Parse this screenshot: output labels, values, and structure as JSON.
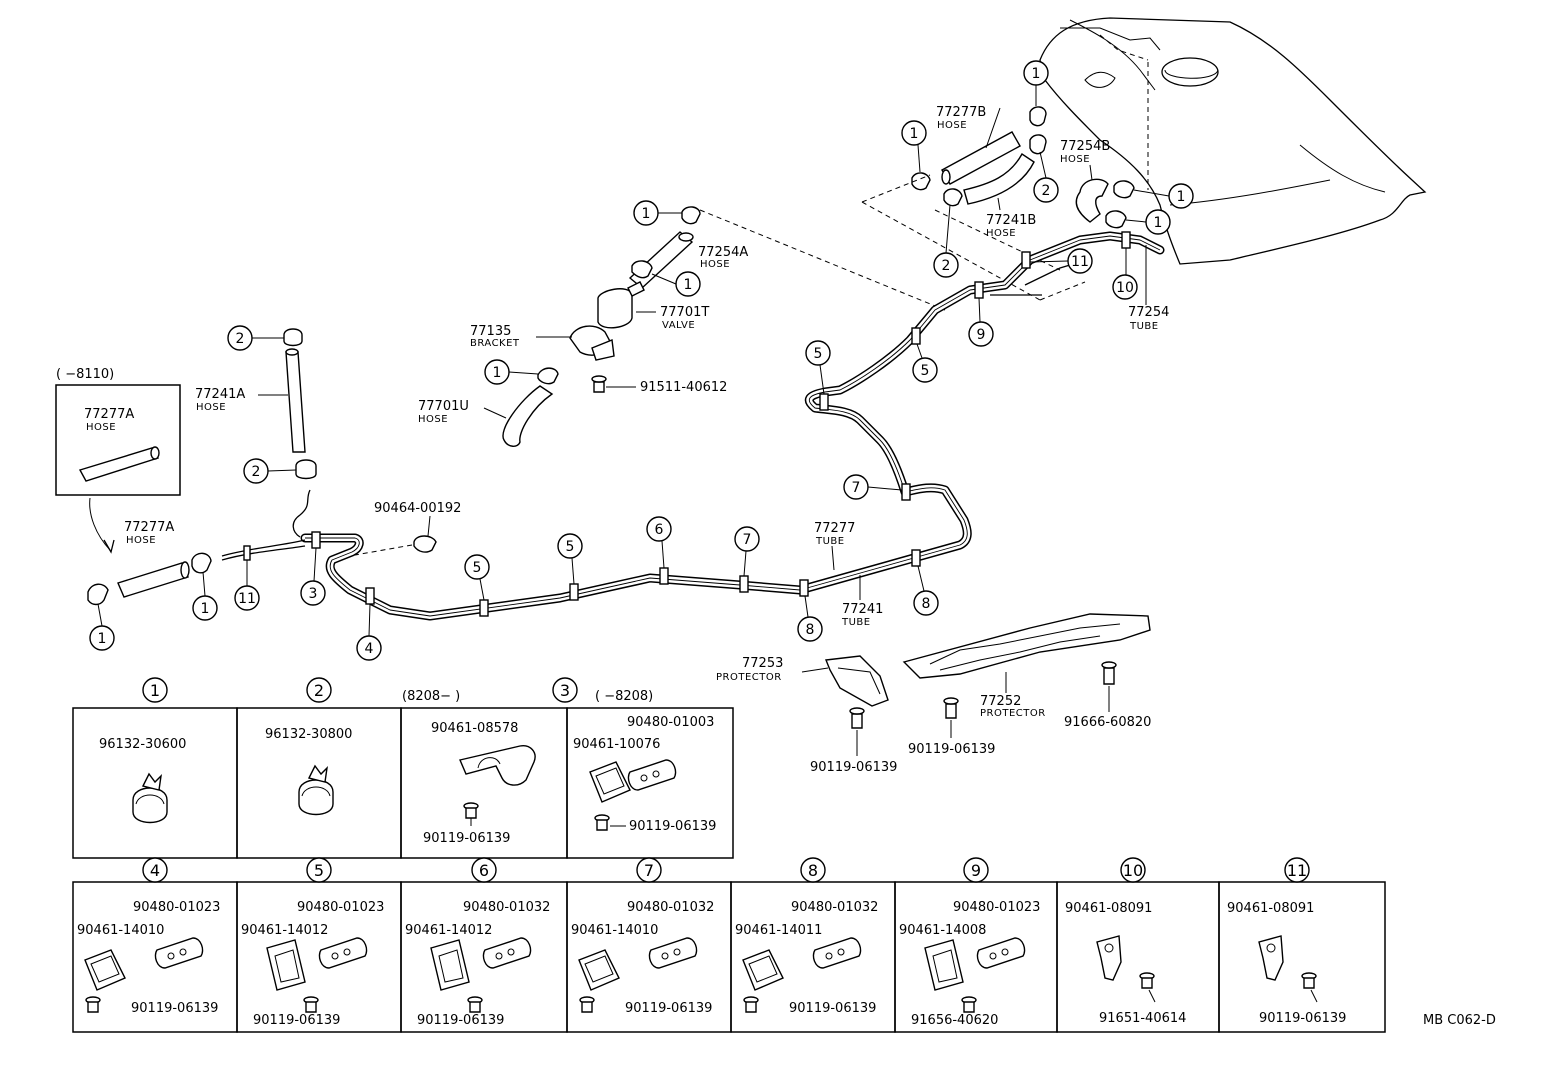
{
  "labels": {
    "inset_range": "(     −8110)",
    "inset_part": "77277A",
    "inset_part_sub": "HOSE",
    "hose_77277A": "77277A",
    "hose_77277A_sub": "HOSE",
    "hose_77241A": "77241A",
    "hose_77241A_sub": "HOSE",
    "clip_90464": "90464-00192",
    "hose_77254A": "77254A",
    "hose_77254A_sub": "HOSE",
    "valve_77701T": "77701T",
    "valve_77701T_sub": "VALVE",
    "bracket_77135": "77135",
    "bracket_77135_sub": "BRACKET",
    "bolt_91511": "91511-40612",
    "hose_77701U": "77701U",
    "hose_77701U_sub": "HOSE",
    "hose_77277B": "77277B",
    "hose_77277B_sub": "HOSE",
    "hose_77241B": "77241B",
    "hose_77241B_sub": "HOSE",
    "hose_77254B": "77254B",
    "hose_77254B_sub": "HOSE",
    "tube_77254": "77254",
    "tube_77254_sub": "TUBE",
    "tube_77277": "77277",
    "tube_77277_sub": "TUBE",
    "tube_77241": "77241",
    "tube_77241_sub": "TUBE",
    "prot_77253": "77253",
    "prot_77253_sub": "PROTECTOR",
    "prot_77252": "77252",
    "prot_77252_sub": "PROTECTOR",
    "bolt_a": "90119-06139",
    "bolt_b": "90119-06139",
    "bolt_c": "91666-60820",
    "ref_code": "MB C062-D"
  },
  "callouts": {
    "c1": "1",
    "c2": "2",
    "c3": "3",
    "c4": "4",
    "c5": "5",
    "c6": "6",
    "c7": "7",
    "c8": "8",
    "c9": "9",
    "c10": "10",
    "c11": "11"
  },
  "detail_row1": [
    {
      "num": "1",
      "range": "",
      "parts": [
        "96132-30600"
      ]
    },
    {
      "num": "2",
      "range": "",
      "parts": [
        "96132-30800"
      ]
    },
    {
      "num": "3",
      "range": "(8208−         )",
      "parts": [
        "90461-08578",
        "90119-06139"
      ]
    },
    {
      "num": "",
      "range": "(         −8208)",
      "parts": [
        "90480-01003",
        "90461-10076",
        "90119-06139"
      ]
    }
  ],
  "detail_row2": [
    {
      "num": "4",
      "parts": [
        "90480-01023",
        "90461-14010",
        "90119-06139"
      ]
    },
    {
      "num": "5",
      "parts": [
        "90480-01023",
        "90461-14012",
        "90119-06139"
      ]
    },
    {
      "num": "6",
      "parts": [
        "90480-01032",
        "90461-14012",
        "90119-06139"
      ]
    },
    {
      "num": "7",
      "parts": [
        "90480-01032",
        "90461-14010",
        "90119-06139"
      ]
    },
    {
      "num": "8",
      "parts": [
        "90480-01032",
        "90461-14011",
        "90119-06139"
      ]
    },
    {
      "num": "9",
      "parts": [
        "90480-01023",
        "90461-14008",
        "91656-40620"
      ]
    },
    {
      "num": "10",
      "parts": [
        "90461-08091",
        "91651-40614"
      ]
    },
    {
      "num": "11",
      "parts": [
        "90461-08091",
        "90119-06139"
      ]
    }
  ]
}
